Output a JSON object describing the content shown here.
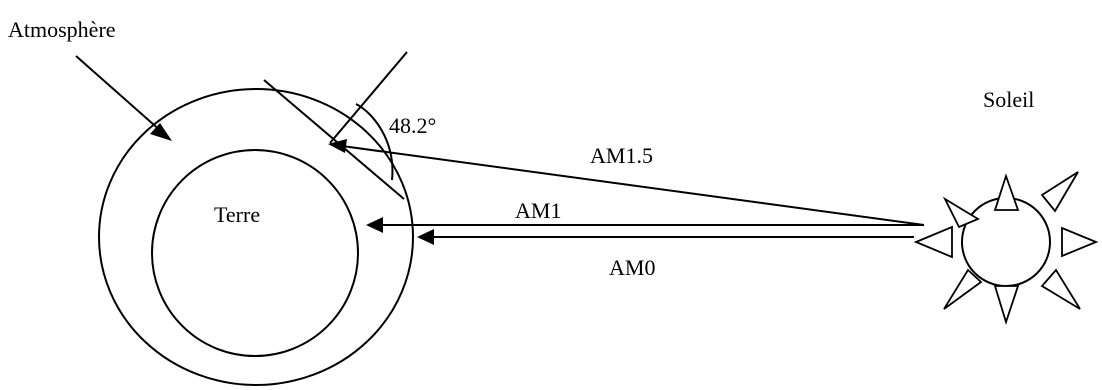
{
  "labels": {
    "atmosphere": "Atmosphère",
    "earth": "Terre",
    "sun": "Soleil",
    "angle": "48.2°",
    "am15": "AM1.5",
    "am1": "AM1",
    "am0": "AM0"
  }
}
